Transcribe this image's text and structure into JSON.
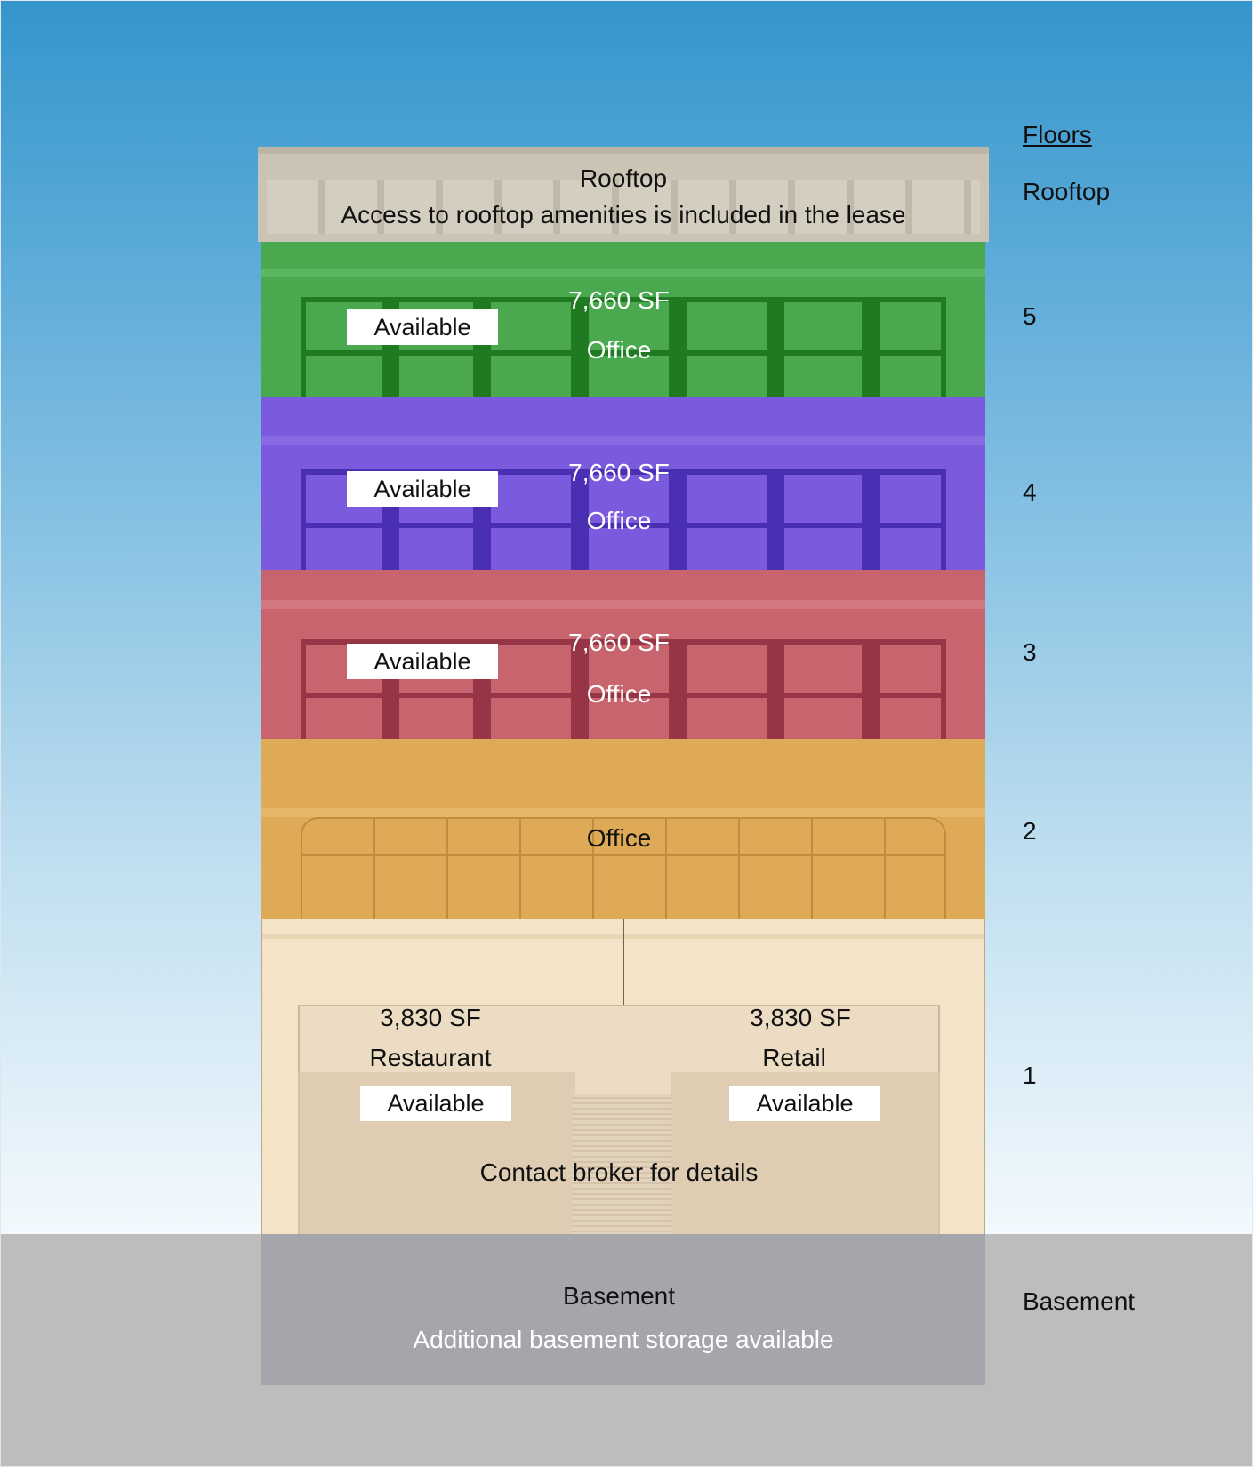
{
  "floor_labels": {
    "title": "Floors",
    "rooftop": "Rooftop",
    "f5": "5",
    "f4": "4",
    "f3": "3",
    "f2": "2",
    "f1": "1",
    "basement": "Basement"
  },
  "rooftop": {
    "name": "Rooftop",
    "note": "Access to rooftop amenities is included in the lease",
    "color": "#c9c2b3"
  },
  "floor5": {
    "size": "7,660 SF",
    "use": "Office",
    "status": "Available",
    "color": "#4aa84f",
    "frame_color": "#1f7a22"
  },
  "floor4": {
    "size": "7,660 SF",
    "use": "Office",
    "status": "Available",
    "color": "#7b5ade",
    "frame_color": "#4a2fb3"
  },
  "floor3": {
    "size": "7,660 SF",
    "use": "Office",
    "status": "Available",
    "color": "#c8646e",
    "frame_color": "#963545"
  },
  "floor2": {
    "use": "Office",
    "color": "#deaa57"
  },
  "floor1": {
    "left": {
      "size": "3,830 SF",
      "use": "Restaurant",
      "status": "Available"
    },
    "right": {
      "size": "3,830 SF",
      "use": "Retail",
      "status": "Available"
    },
    "note": "Contact broker for details",
    "color": "#f4e3c6"
  },
  "basement": {
    "name": "Basement",
    "note": "Additional basement storage available",
    "color": "#a5a6ab"
  }
}
